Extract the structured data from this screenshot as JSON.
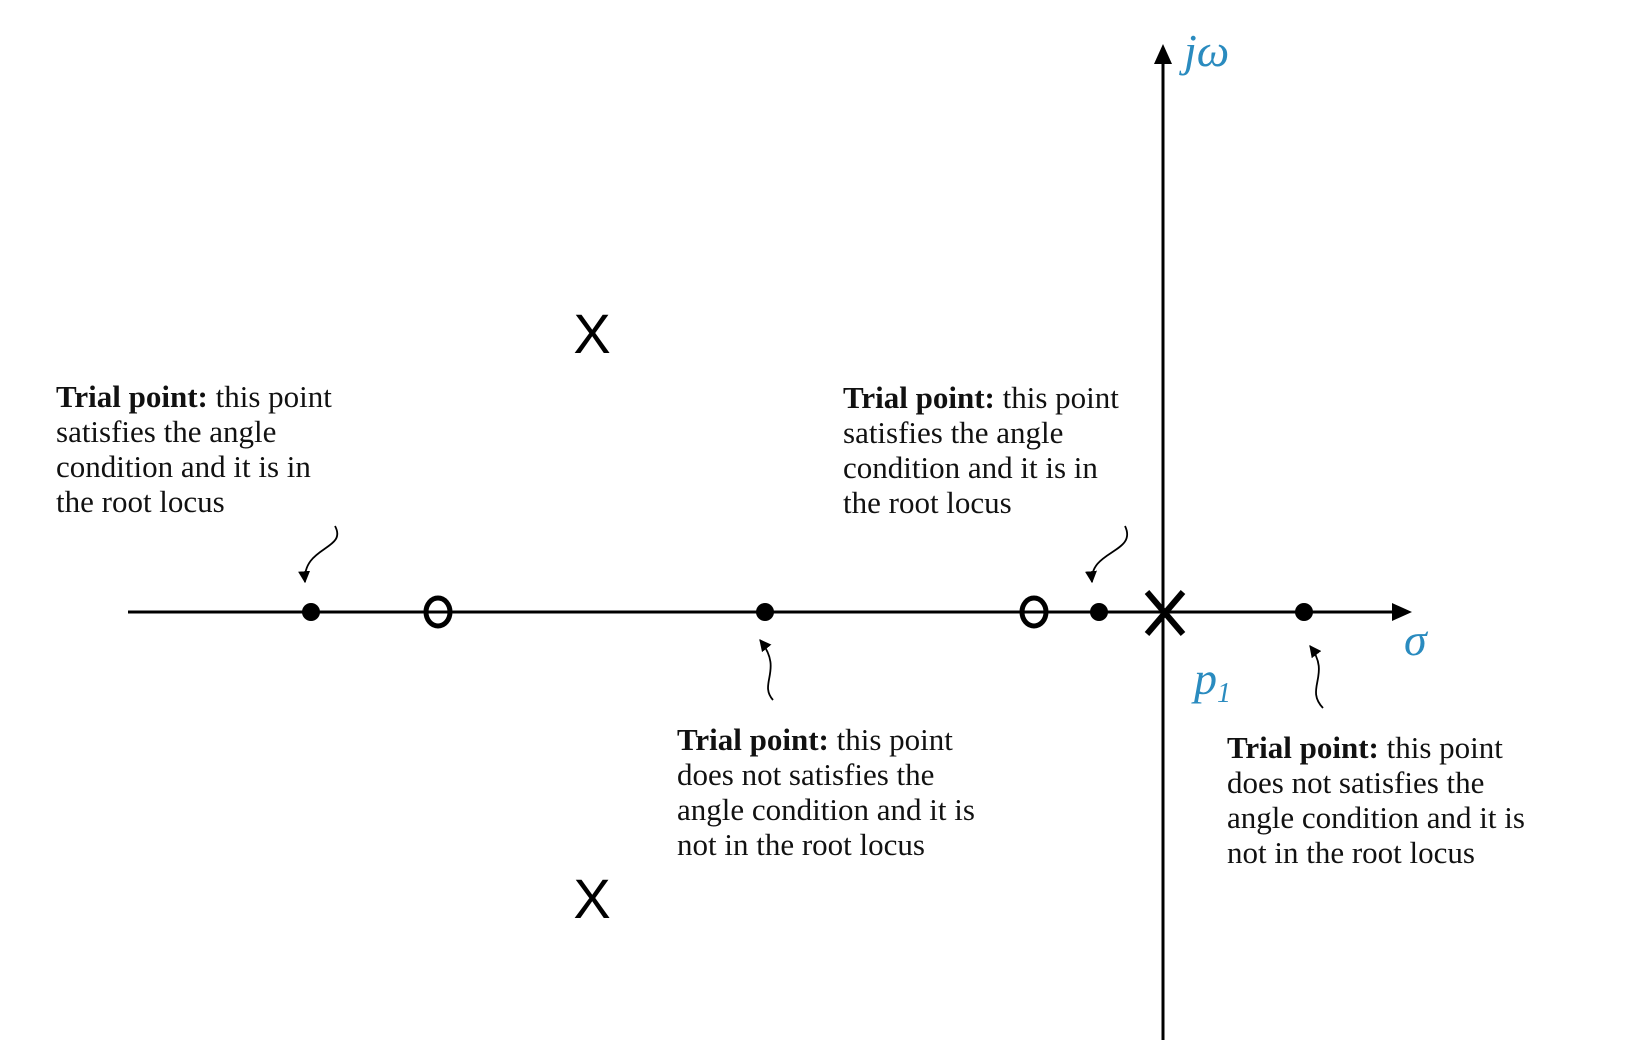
{
  "axes": {
    "horizontal_label": "σ",
    "vertical_label": "jω",
    "label_color": "#2a8bbf"
  },
  "origin_pole_label": {
    "main": "p",
    "subscript": "1"
  },
  "poles_symbol": "X",
  "callouts": [
    {
      "lead": "Trial point:",
      "lines": [
        "this point",
        "satisfies the angle",
        "condition and it is in",
        "the root locus"
      ]
    },
    {
      "lead": "Trial point:",
      "lines": [
        "this point",
        "satisfies the angle",
        "condition and it is in",
        "the root locus"
      ]
    },
    {
      "lead": "Trial point:",
      "lines": [
        "this point",
        "does not satisfies the",
        "angle condition and it is",
        "not in the root locus"
      ]
    },
    {
      "lead": "Trial point:",
      "lines": [
        "this point",
        "does not satisfies the",
        "angle condition and it is",
        "not in the root locus"
      ]
    }
  ]
}
